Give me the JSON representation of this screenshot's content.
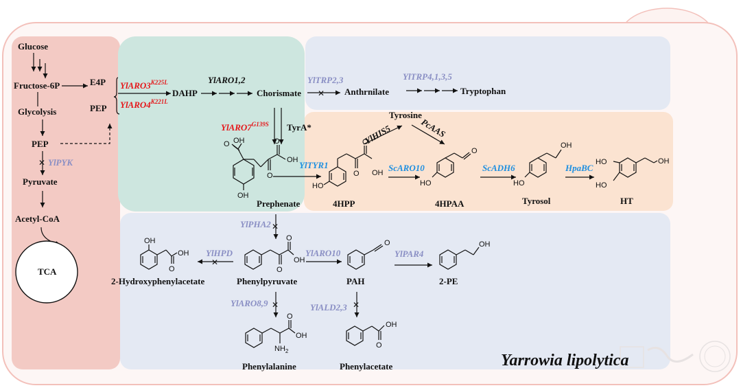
{
  "organism": "Yarrowia lipolytica",
  "metabolites": {
    "glucose": "Glucose",
    "fructose6p": "Fructose-6P",
    "e4p": "E4P",
    "pep_upper": "PEP",
    "glycolysis": "Glycolysis",
    "pep": "PEP",
    "pyruvate": "Pyruvate",
    "acetylcoa": "Acetyl-CoA",
    "tca": "TCA",
    "dahp": "DAHP",
    "chorismate": "Chorismate",
    "anthranilate": "Anthrnilate",
    "tryptophan": "Tryptophan",
    "tyrosine": "Tyrosine",
    "prephenate": "Prephenate",
    "hpp": "4HPP",
    "hpaa": "4HPAA",
    "tyrosol": "Tyrosol",
    "ht": "HT",
    "phenylpyruvate": "Phenylpyruvate",
    "hydroxyphenylacetate": "2-Hydroxyphenylacetate",
    "pah": "PAH",
    "pe": "2-PE",
    "phenylalanine": "Phenylalanine",
    "phenylacetate": "Phenylacetate"
  },
  "enzymes": {
    "aro3": {
      "name": "YlARO3",
      "mut": "K225L"
    },
    "aro4": {
      "name": "YlARO4",
      "mut": "K221L"
    },
    "aro12": "YlARO1,2",
    "trp23": "YlTRP2,3",
    "trp4135": "YlTRP4,1,3,5",
    "aro7": {
      "name": "YlARO7",
      "mut": "G139S"
    },
    "tyra": "TyrA*",
    "pyk": "YlPYK",
    "tyr1": "YlTYR1",
    "his5": "YlHIS5",
    "pcaas": "PcAAS",
    "scaro10": "ScARO10",
    "scadh6": "ScADH6",
    "hpabc": "HpaBC",
    "pha2": "YlPHA2",
    "hpd": "YlHPD",
    "aro10": "YlARO10",
    "par4": "YlPAR4",
    "aro89": "YlARO8,9",
    "ald23": "YlALD2,3"
  },
  "atoms": {
    "oh": "OH",
    "ho": "HO",
    "o": "O",
    "nh2": "NH",
    "sub2": "2"
  },
  "colors": {
    "red_region": "#f3cac4",
    "teal_region": "#cde6df",
    "blue_region": "#e4e9f3",
    "orange_region": "#fbe3d1",
    "cell_border": "#f3c0ba",
    "red_enzyme": "#e5171a",
    "blue_enzyme": "#1e8fe0",
    "gray_enzyme": "#8a8fc4"
  }
}
